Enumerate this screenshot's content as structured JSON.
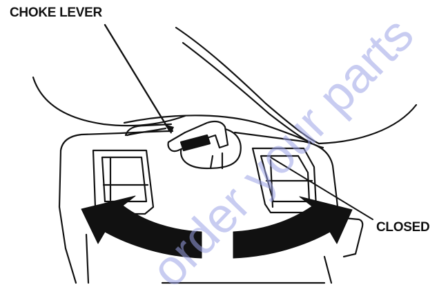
{
  "labels": {
    "choke_lever": "CHOKE LEVER",
    "closed": "CLOSED"
  },
  "watermark": {
    "text": "order your parts",
    "color": "#9aa3e6"
  },
  "colors": {
    "line": "#111111",
    "background": "#ffffff"
  }
}
